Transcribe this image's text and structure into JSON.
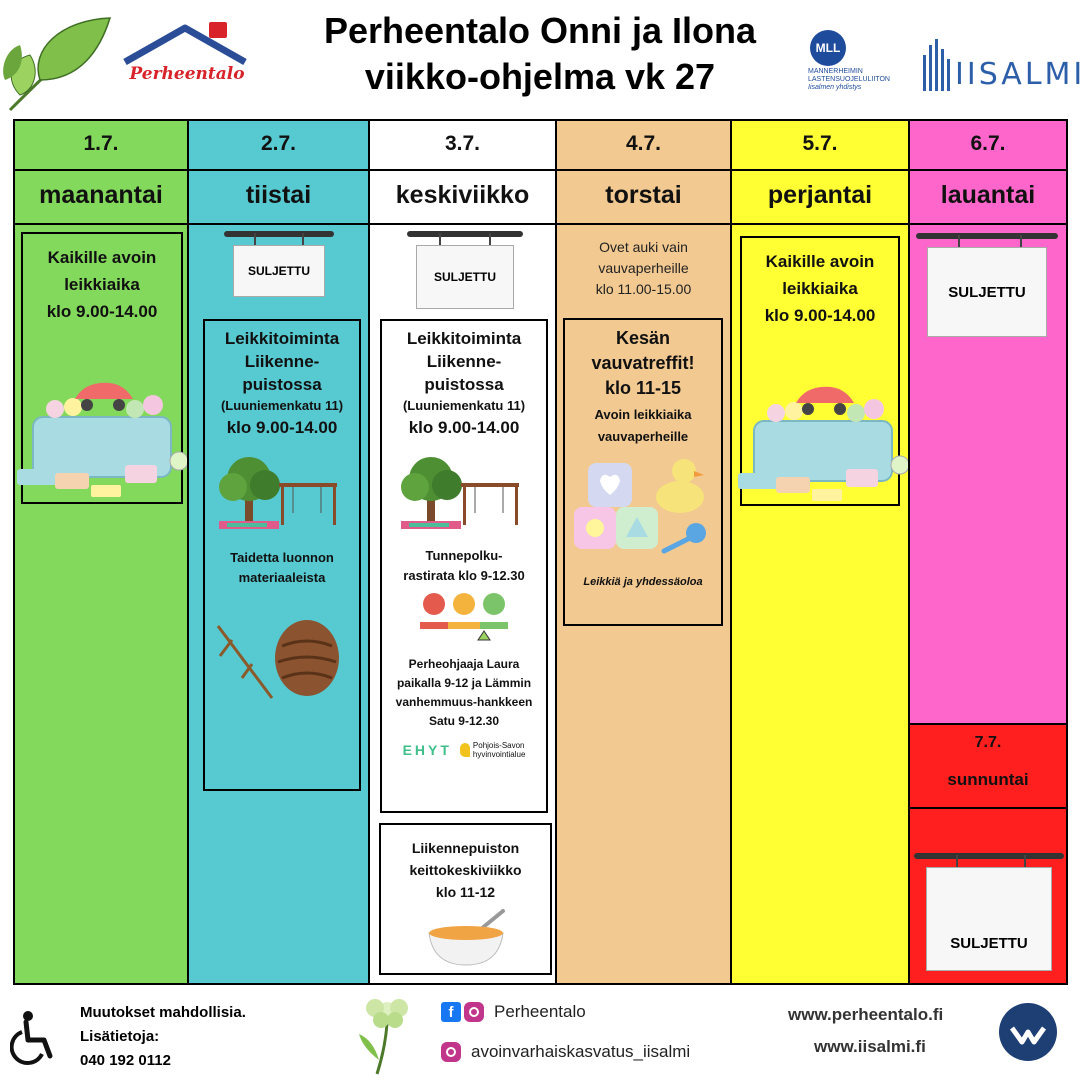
{
  "header": {
    "title_line1": "Perheentalo Onni ja Ilona",
    "title_line2": "viikko-ohjelma vk 27",
    "logo_perheentalo_text": "Perheentalo",
    "logo_mll_abbr": "MLL",
    "logo_mll_name": "MANNERHEIMIN LASTENSUOJELULIITON",
    "logo_mll_sub": "Iisalmen yhdistys",
    "logo_iisalmi_text": "IISALMI"
  },
  "colors": {
    "monday": "#83d95b",
    "tuesday": "#57c9d0",
    "wednesday": "#ffffff",
    "thursday": "#f2c991",
    "friday": "#ffff33",
    "saturday": "#ff66cc",
    "sunday": "#ff1f1f"
  },
  "days": {
    "mon": {
      "date": "1.7.",
      "name": "maanantai"
    },
    "tue": {
      "date": "2.7.",
      "name": "tiistai"
    },
    "wed": {
      "date": "3.7.",
      "name": "keskiviikko"
    },
    "thu": {
      "date": "4.7.",
      "name": "torstai"
    },
    "fri": {
      "date": "5.7.",
      "name": "perjantai"
    },
    "sat": {
      "date": "6.7.",
      "name": "lauantai"
    },
    "sun": {
      "date": "7.7.",
      "name": "sunnuntai"
    }
  },
  "monday": {
    "line1": "Kaikille avoin",
    "line2": "leikkiaika",
    "line3": "klo 9.00-14.00"
  },
  "tuesday": {
    "sign": "SULJETTU",
    "box_line1": "Leikkitoiminta",
    "box_line2": "Liikenne-",
    "box_line3": "puistossa",
    "box_line4": "(Luuniemenkatu 11)",
    "box_line5": "klo 9.00-14.00",
    "art_line1": "Taidetta luonnon",
    "art_line2": "materiaaleista"
  },
  "wednesday": {
    "sign": "SULJETTU",
    "box_line1": "Leikkitoiminta",
    "box_line2": "Liikenne-",
    "box_line3": "puistossa",
    "box_line4": "(Luuniemenkatu 11)",
    "box_line5": "klo 9.00-14.00",
    "path_line1": "Tunnepolku-",
    "path_line2": "rastirata klo 9-12.30",
    "guide_line1": "Perheohjaaja Laura",
    "guide_line2": "paikalla 9-12 ja Lämmin",
    "guide_line3": "vanhemmuus-hankkeen",
    "guide_line4": "Satu 9-12.30",
    "ehyt_logo": "EHYT",
    "pohjois_line1": "Pohjois-Savon",
    "pohjois_line2": "hyvinvointialue",
    "soup_line1": "Liikennepuiston",
    "soup_line2": "keittokeskiviikko",
    "soup_line3": "klo 11-12"
  },
  "thursday": {
    "top_line1": "Ovet auki vain",
    "top_line2": "vauvaperheille",
    "top_line3": "klo 11.00-15.00",
    "box_line1": "Kesän",
    "box_line2": "vauvatreffit!",
    "box_line3": "klo 11-15",
    "box_line4": "Avoin leikkiaika",
    "box_line5": "vauvaperheille",
    "box_footer": "Leikkiä ja yhdessäoloa"
  },
  "friday": {
    "line1": "Kaikille avoin",
    "line2": "leikkiaika",
    "line3": "klo 9.00-14.00"
  },
  "saturday": {
    "sign": "SULJETTU"
  },
  "sunday": {
    "sign": "SULJETTU"
  },
  "footer": {
    "line1": "Muutokset mahdollisia.",
    "line2": "Lisätietoja:",
    "line3": "040 192 0112",
    "facebook_label": "Perheentalo",
    "instagram_label": "avoinvarhaiskasvatus_iisalmi",
    "url1": "www.perheentalo.fi",
    "url2": "www.iisalmi.fi"
  },
  "icons": [
    "wheelchair-icon",
    "facebook-icon",
    "instagram-icon",
    "flower-icon",
    "toy-basket-icon",
    "tree-swing-icon",
    "pinecone-icon",
    "emotion-scale-icon",
    "soup-bowl-icon",
    "baby-toys-icon",
    "leaf-icon"
  ]
}
